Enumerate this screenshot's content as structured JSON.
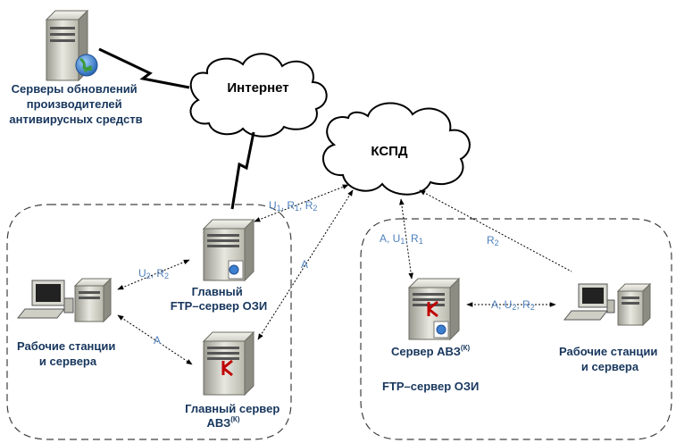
{
  "nodes": {
    "update_servers": [
      "Серверы обновлений",
      "производителей",
      "антивирусных средств"
    ],
    "internet": "Интернет",
    "kspd": "КСПД",
    "main_ftp": [
      "Главный",
      "FTP–сервер ОЗИ"
    ],
    "main_avz": [
      "Главный сервер",
      "АВЗ"
    ],
    "main_avz_sup": "(К)",
    "workstations_left": [
      "Рабочие станции",
      "и сервера"
    ],
    "avz_server": "Сервер АВЗ",
    "avz_server_sup": "(К)",
    "ftp_server": "FTP–сервер ОЗИ",
    "workstations_right": [
      "Рабочие станции",
      "и сервера"
    ]
  },
  "edges": {
    "ftp_kspd": [
      "U",
      "1",
      ", R",
      "1",
      ", R",
      "2"
    ],
    "ws_ftp": [
      "U",
      "2",
      ", R",
      "2"
    ],
    "ws_avz": "A",
    "avz_kspd": "A",
    "kspd_avzserver": [
      "A, U",
      "1",
      ", R",
      "1"
    ],
    "kspd_wsright": [
      "R",
      "2"
    ],
    "avzserver_wsright": [
      "A, U",
      "2",
      ", R",
      "2"
    ]
  },
  "colors": {
    "label_dark": "#17365d",
    "edge_label": "#4f81bd",
    "kaspersky_red": "#c00000"
  }
}
